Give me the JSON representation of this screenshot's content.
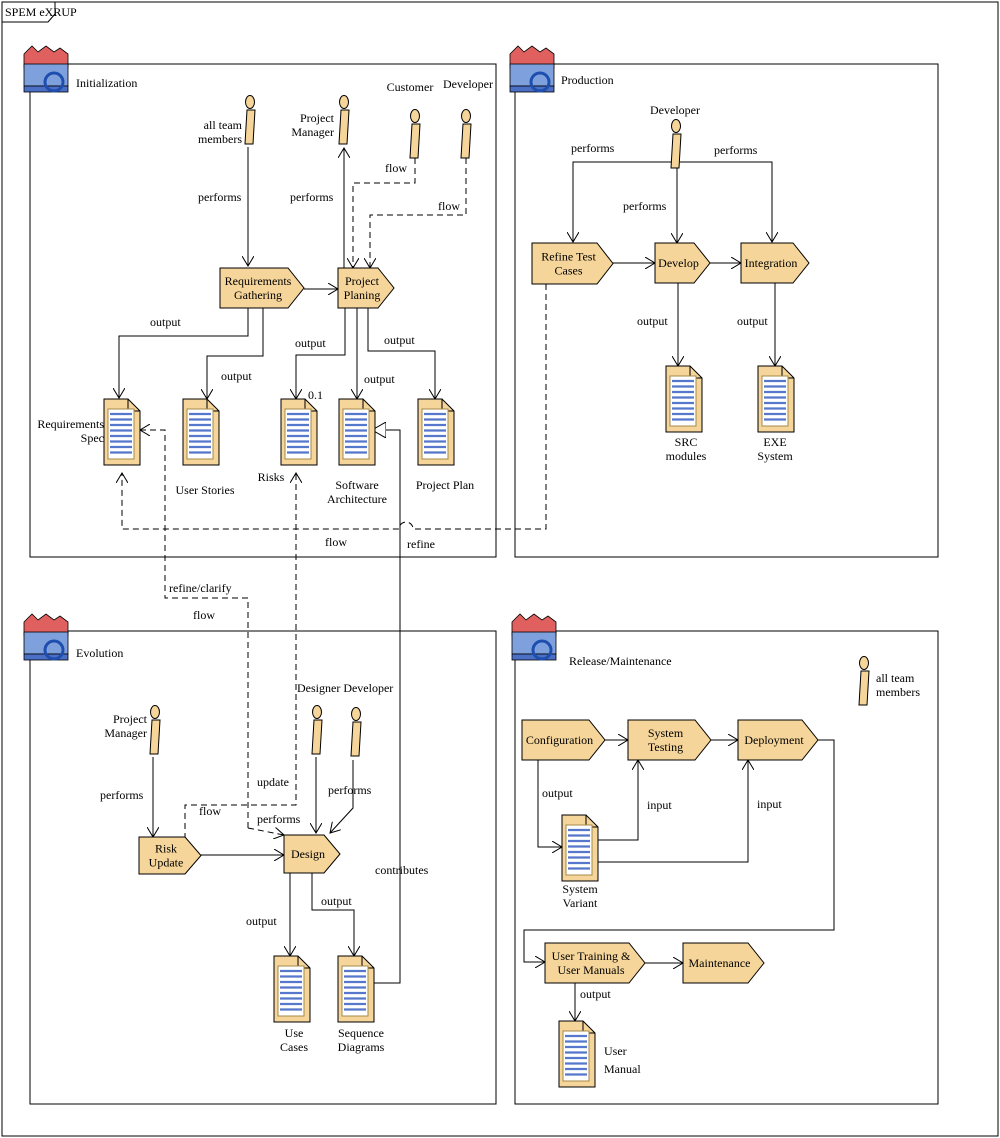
{
  "frame": {
    "title": "SPEM eXRUP"
  },
  "colors": {
    "task_fill": "#f5d59a",
    "doc_lines": "#5577cc",
    "icon_red": "#e06060",
    "icon_blue": "#4a6fc4"
  },
  "packages": {
    "initialization": "Initialization",
    "production": "Production",
    "evolution": "Evolution",
    "release": "Release/Maintenance"
  },
  "actors": {
    "init_all_team": [
      "all team",
      "members"
    ],
    "init_project_manager": [
      "Project",
      "Manager"
    ],
    "init_customer": [
      "Customer"
    ],
    "init_developer": [
      "Developer"
    ],
    "prod_developer": [
      "Developer"
    ],
    "evo_project_manager": [
      "Project",
      "Manager"
    ],
    "evo_designer_developer": [
      "Designer Developer"
    ],
    "rel_all_team": [
      "all team",
      "members"
    ]
  },
  "tasks": {
    "requirements_gathering": [
      "Requirements",
      "Gathering"
    ],
    "project_planing": [
      "Project",
      "Planing"
    ],
    "refine_test_cases": [
      "Refine Test",
      "Cases"
    ],
    "develop": [
      "Develop"
    ],
    "integration": [
      "Integration"
    ],
    "risk_update": [
      "Risk",
      "Update"
    ],
    "design": [
      "Design"
    ],
    "configuration": [
      "Configuration"
    ],
    "system_testing": [
      "System",
      "Testing"
    ],
    "deployment": [
      "Deployment"
    ],
    "user_training": [
      "User Training &",
      "User Manuals"
    ],
    "maintenance": [
      "Maintenance"
    ]
  },
  "artifacts": {
    "requirements_spec": [
      "Requirements",
      "Spec"
    ],
    "user_stories": [
      "User Stories"
    ],
    "risks": [
      "Risks"
    ],
    "software_architecture": [
      "Software",
      "Architecture"
    ],
    "project_plan": [
      "Project Plan"
    ],
    "src_modules": [
      "SRC",
      "modules"
    ],
    "exe_system": [
      "EXE",
      "System"
    ],
    "use_cases": [
      "Use",
      "Cases"
    ],
    "sequence_diagrams": [
      "Sequence",
      "Diagrams"
    ],
    "system_variant": [
      "System",
      "Variant"
    ],
    "user_manual": [
      "User",
      "Manual"
    ]
  },
  "labels": {
    "performs": "performs",
    "output": "output",
    "flow": "flow",
    "input": "input",
    "update": "update",
    "refine": "refine",
    "refine_clarify": "refine/clarify",
    "contributes": "contributes",
    "multiplicity": "0.1"
  }
}
